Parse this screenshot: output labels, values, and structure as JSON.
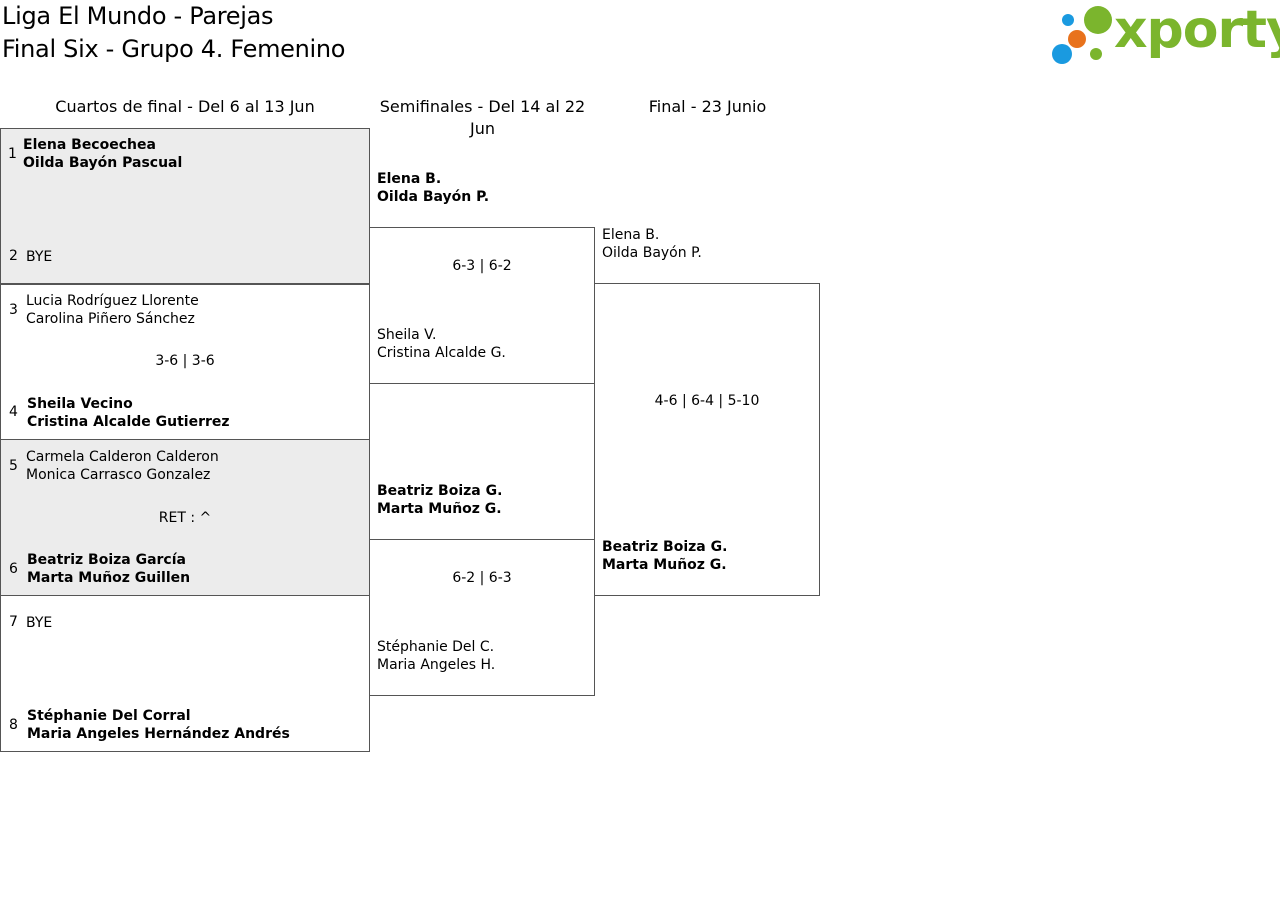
{
  "header": {
    "title_line1": "Liga El Mundo - Parejas",
    "title_line2": "Final Six - Grupo 4. Femenino",
    "logo_text": "xporty",
    "logo_colors": {
      "green": "#7bb52d",
      "blue": "#1a9ae0",
      "orange": "#e8721c"
    }
  },
  "rounds": {
    "quarterfinals": "Cuartos de final - Del 6 al 13 Jun",
    "semifinals": "Semifinales - Del 14 al 22 Jun",
    "final": "Final - 23 Junio"
  },
  "quarterfinals": [
    {
      "top": {
        "seed": "1",
        "p1": "Elena Becoechea",
        "p2": "Oilda Bayón Pascual"
      },
      "score": "",
      "bottom": {
        "seed": "2",
        "p1": "BYE",
        "p2": ""
      }
    },
    {
      "top": {
        "seed": "3",
        "p1": "Lucia Rodríguez Llorente",
        "p2": "Carolina Piñero Sánchez"
      },
      "score": "3-6 | 3-6",
      "bottom": {
        "seed": "4",
        "p1": "Sheila Vecino",
        "p2": "Cristina Alcalde Gutierrez"
      }
    },
    {
      "top": {
        "seed": "5",
        "p1": "Carmela Calderon Calderon",
        "p2": "Monica Carrasco Gonzalez"
      },
      "score": "RET : ^",
      "bottom": {
        "seed": "6",
        "p1": "Beatriz Boiza García",
        "p2": "Marta Muñoz Guillen"
      }
    },
    {
      "top": {
        "seed": "7",
        "p1": "BYE",
        "p2": ""
      },
      "score": "",
      "bottom": {
        "seed": "8",
        "p1": "Stéphanie Del Corral",
        "p2": "Maria Angeles Hernández Andrés"
      }
    }
  ],
  "semifinals": [
    {
      "top": {
        "p1": "Elena B.",
        "p2": "Oilda Bayón P."
      },
      "score": "6-3 | 6-2",
      "bottom": {
        "p1": "Sheila V.",
        "p2": "Cristina Alcalde G."
      }
    },
    {
      "top": {
        "p1": "Beatriz Boiza G.",
        "p2": "Marta Muñoz G."
      },
      "score": "6-2 | 6-3",
      "bottom": {
        "p1": "Stéphanie Del C.",
        "p2": "Maria Angeles H."
      }
    }
  ],
  "final": {
    "top": {
      "p1": "Elena B.",
      "p2": "Oilda Bayón P."
    },
    "score": "4-6 | 6-4 | 5-10",
    "bottom": {
      "p1": "Beatriz Boiza G.",
      "p2": "Marta Muñoz G."
    }
  }
}
